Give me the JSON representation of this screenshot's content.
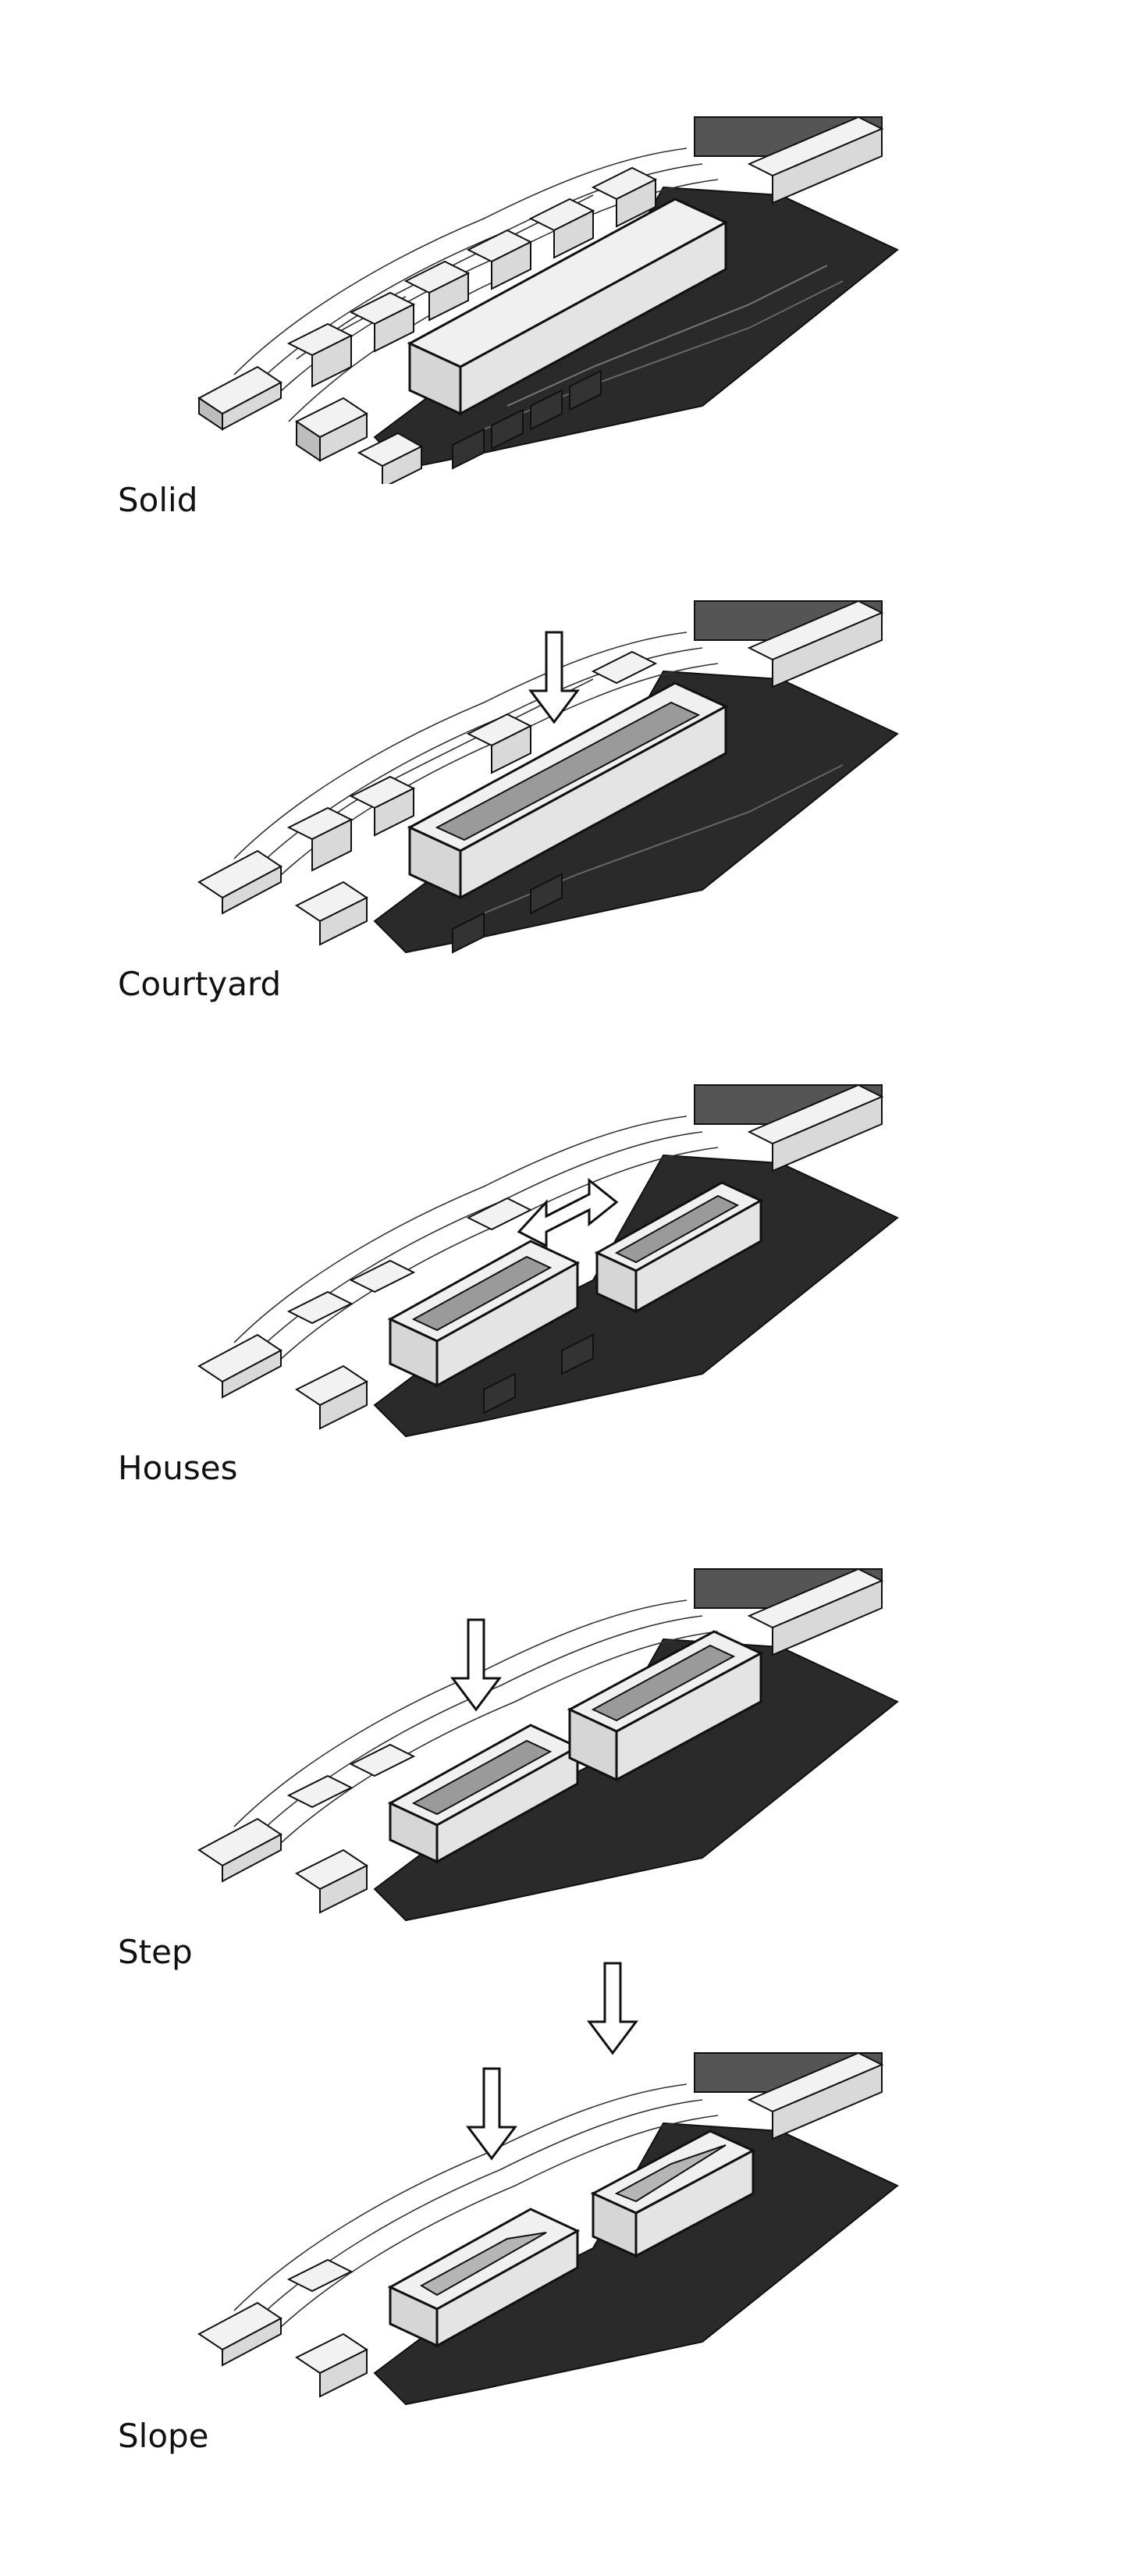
{
  "panels": [
    {
      "label": "Solid",
      "arrow": "none"
    },
    {
      "label": "Courtyard",
      "arrow": "down"
    },
    {
      "label": "Houses",
      "arrow": "double"
    },
    {
      "label": "Step",
      "arrow": "down"
    },
    {
      "label": "Slope",
      "arrow": "down-two"
    }
  ],
  "colors": {
    "ink": "#111111",
    "terrain_dark": "#2a2a2a",
    "terrain_mid": "#555555",
    "mass": "#e6e6e6",
    "mass_side": "#cfcfcf"
  }
}
